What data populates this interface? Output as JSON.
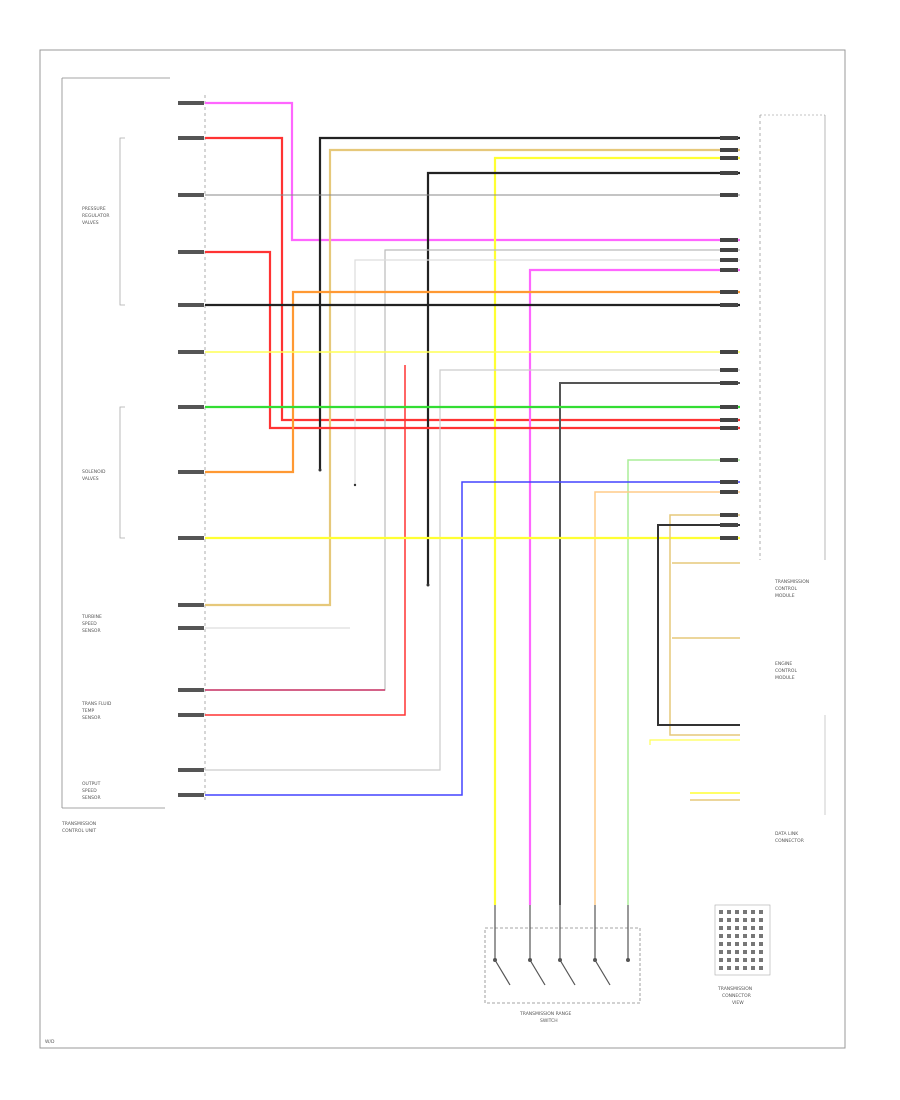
{
  "diagram_title": "",
  "colors": {
    "pink": "#ff66ff",
    "red": "#ff3333",
    "green": "#33dd33",
    "yellow": "#ffff33",
    "orange": "#ff9933",
    "tan": "#e6c87a",
    "black": "#222222",
    "gray": "#666666",
    "lightgray": "#cccccc",
    "blue": "#4444ff",
    "lightgreen": "#aaee99",
    "peach": "#ffcc88",
    "frame": "#999999"
  },
  "component_labels": {
    "left_group_1": [
      "PRESSURE",
      "REGULATOR",
      "VALVES"
    ],
    "left_group_2": [
      "SOLENOID",
      "VALVES"
    ],
    "left_group_3": [
      "TURBINE",
      "SPEED",
      "SENSOR"
    ],
    "left_group_4": [
      "TRANS FLUID",
      "TEMP",
      "SENSOR"
    ],
    "left_group_5": [
      "OUTPUT",
      "SPEED",
      "SENSOR"
    ],
    "left_module": [
      "TRANSMISSION",
      "CONTROL UNIT"
    ],
    "right_module_1": [
      "TRANSMISSION",
      "CONTROL",
      "MODULE"
    ],
    "right_module_2": [
      "ENGINE",
      "CONTROL",
      "MODULE"
    ],
    "right_module_3": [
      "DATA LINK",
      "CONNECTOR"
    ],
    "bottom_switch": [
      "TRANSMISSION RANGE",
      "SWITCH"
    ],
    "bottom_right": [
      "TRANSMISSION",
      "CONNECTOR",
      "VIEW"
    ],
    "footer": "W/D"
  }
}
